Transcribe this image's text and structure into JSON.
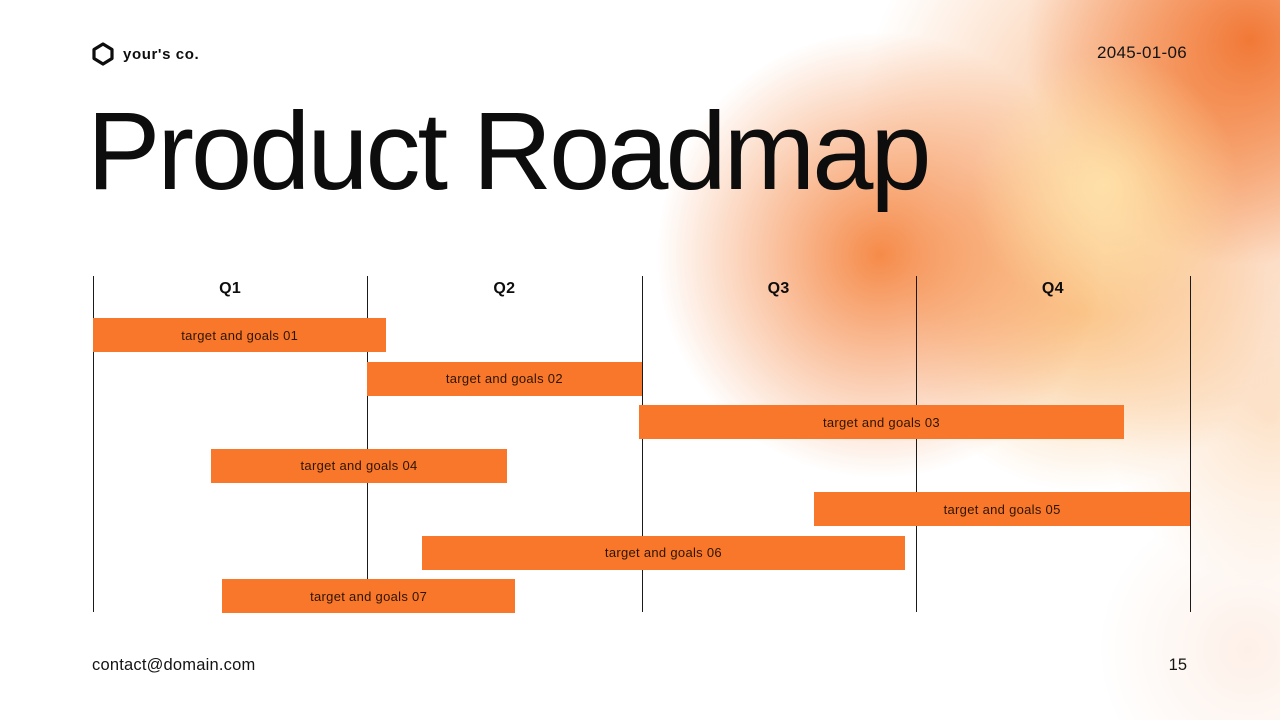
{
  "header": {
    "brand": "your's co.",
    "date": "2045-01-06"
  },
  "title": "Product Roadmap",
  "footer": {
    "email": "contact@domain.com",
    "page_number": "15"
  },
  "colors": {
    "bar_fill": "#F8772B",
    "bar_label": "#2E1503",
    "grid_line": "#1A1A1A",
    "text": "#111111"
  },
  "chart_data": {
    "type": "bar",
    "variant": "gantt-timeline",
    "title": "Product Roadmap",
    "columns": [
      "Q1",
      "Q2",
      "Q3",
      "Q4"
    ],
    "x_domain": [
      0,
      4
    ],
    "grid": "vertical-quarter-lines",
    "tasks": [
      {
        "label": "target and goals 01",
        "start": 0.0,
        "end": 1.07
      },
      {
        "label": "target and goals 02",
        "start": 1.0,
        "end": 2.0
      },
      {
        "label": "target and goals 03",
        "start": 1.99,
        "end": 3.76
      },
      {
        "label": "target and goals 04",
        "start": 0.43,
        "end": 1.51
      },
      {
        "label": "target and goals 05",
        "start": 2.63,
        "end": 4.0
      },
      {
        "label": "target and goals 06",
        "start": 1.2,
        "end": 2.96
      },
      {
        "label": "target and goals 07",
        "start": 0.47,
        "end": 1.54
      }
    ]
  }
}
